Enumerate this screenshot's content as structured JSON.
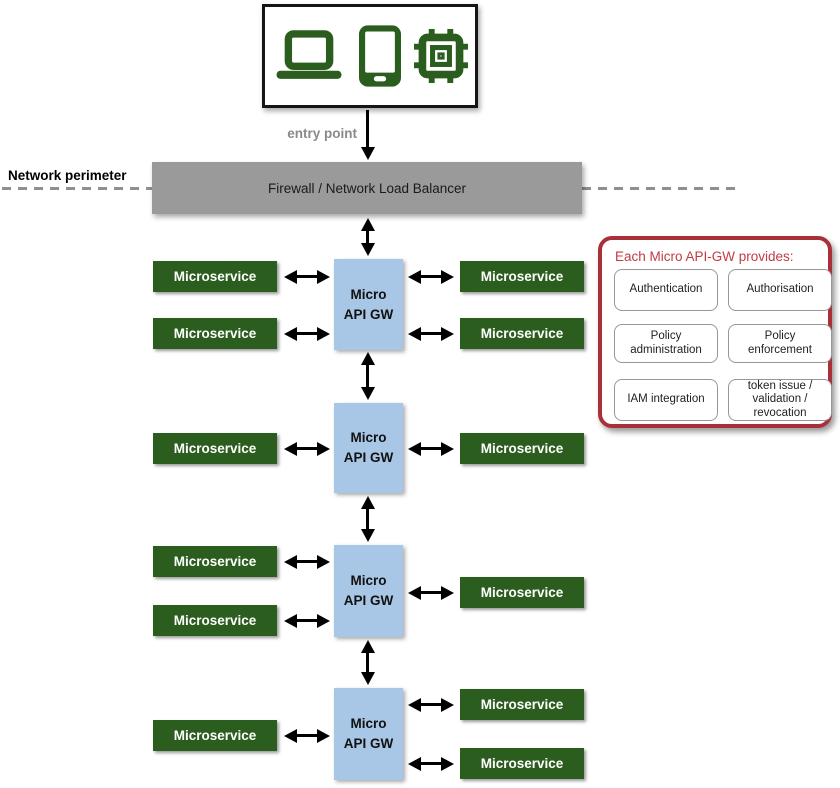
{
  "colors": {
    "green": "#2b5d1e",
    "blue": "#a8c6e6",
    "gray": "#9a9a9a",
    "red_border": "#a93039",
    "red_text": "#c23b45",
    "arrow": "#000000"
  },
  "entry": {
    "device_icons": [
      "laptop-icon",
      "smartphone-icon",
      "chip-icon"
    ],
    "entry_point_label": "entry point"
  },
  "perimeter": {
    "label": "Network perimeter",
    "firewall_label": "Firewall / Network Load Balancer"
  },
  "gateway_label": "Micro\nAPI GW",
  "gateways": [
    {
      "name": "gw-1",
      "left_services": [
        "Microservice",
        "Microservice"
      ],
      "right_services": [
        "Microservice",
        "Microservice"
      ]
    },
    {
      "name": "gw-2",
      "left_services": [
        "Microservice"
      ],
      "right_services": [
        "Microservice"
      ]
    },
    {
      "name": "gw-3",
      "left_services": [
        "Microservice",
        "Microservice"
      ],
      "right_services": [
        "Microservice"
      ]
    },
    {
      "name": "gw-4",
      "left_services": [
        "Microservice"
      ],
      "right_services": [
        "Microservice",
        "Microservice"
      ]
    }
  ],
  "legend": {
    "title": "Each Micro API-GW provides:",
    "items": [
      "Authentication",
      "Authorisation",
      "Policy\nadministration",
      "Policy\nenforcement",
      "IAM integration",
      "token issue /\nvalidation /\nrevocation"
    ]
  }
}
